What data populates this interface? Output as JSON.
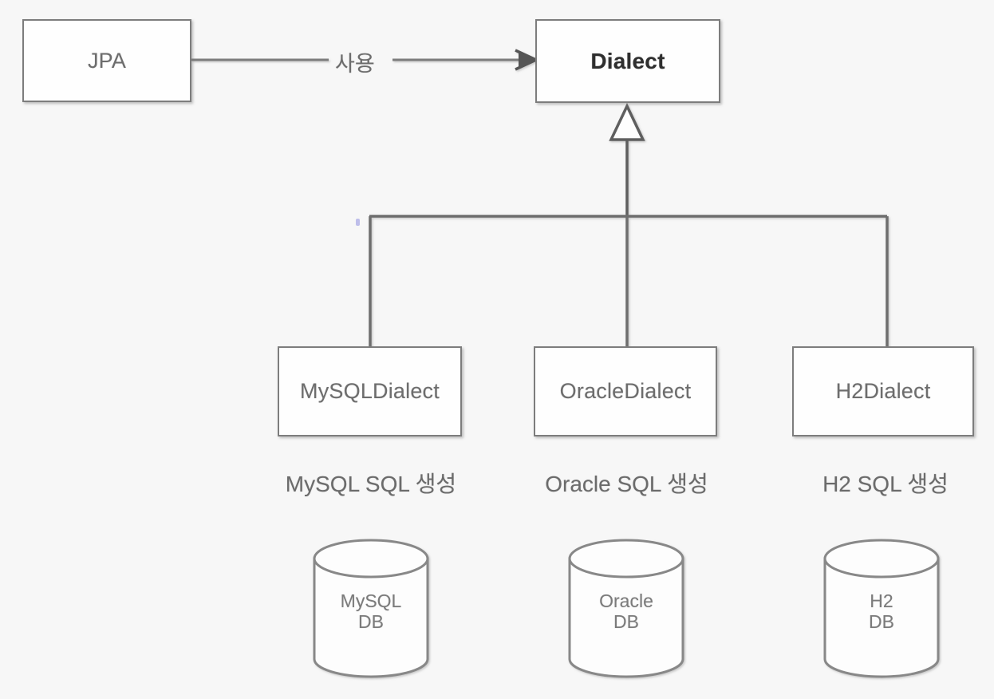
{
  "diagram": {
    "title_node": "Dialect",
    "background_color": "#f7f7f7",
    "line_color": "#7d7d7d",
    "label_color": "#6d6d6d",
    "accent_color": "#8f8fe0",
    "nodes": {
      "jpa": {
        "label": "JPA"
      },
      "dialect": {
        "label": "Dialect"
      },
      "mysql_dialect": {
        "label": "MySQLDialect"
      },
      "oracle_dialect": {
        "label": "OracleDialect"
      },
      "h2_dialect": {
        "label": "H2Dialect"
      }
    },
    "edges": {
      "uses_label": "사용"
    },
    "captions": {
      "mysql": "MySQL SQL 생성",
      "oracle": "Oracle SQL 생성",
      "h2": "H2 SQL 생성"
    },
    "databases": {
      "mysql": "MySQL\nDB",
      "oracle": "Oracle\nDB",
      "h2": "H2\nDB"
    }
  }
}
